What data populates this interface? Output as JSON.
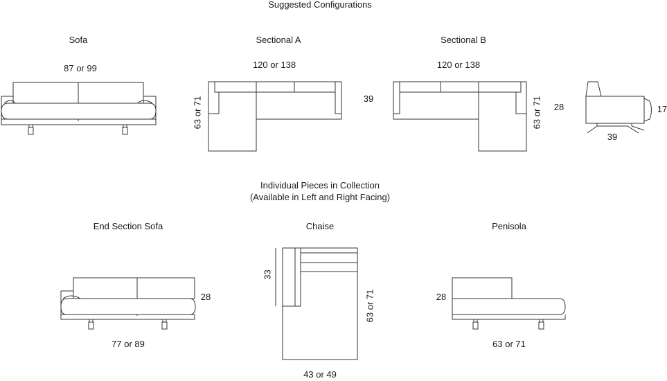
{
  "headings": {
    "suggested": "Suggested Configurations",
    "individual_line1": "Individual Pieces in Collection",
    "individual_line2": "(Available in Left and Right Facing)"
  },
  "sofa": {
    "title": "Sofa",
    "width": "87 or 99"
  },
  "sectional_a": {
    "title": "Sectional A",
    "width": "120 or 138",
    "depth": "63 or 71",
    "chaise_depth": "39"
  },
  "sectional_b": {
    "title": "Sectional B",
    "width": "120 or 138",
    "depth": "63 or 71"
  },
  "side_view": {
    "height": "28",
    "arm_height": "17",
    "depth": "39"
  },
  "end_section_sofa": {
    "title": "End Section Sofa",
    "height": "28",
    "width": "77 or 89"
  },
  "chaise": {
    "title": "Chaise",
    "back_depth": "33",
    "length": "63 or 71",
    "width": "43 or 49"
  },
  "penisola": {
    "title": "Penisola",
    "height": "28",
    "width": "63 or 71"
  }
}
